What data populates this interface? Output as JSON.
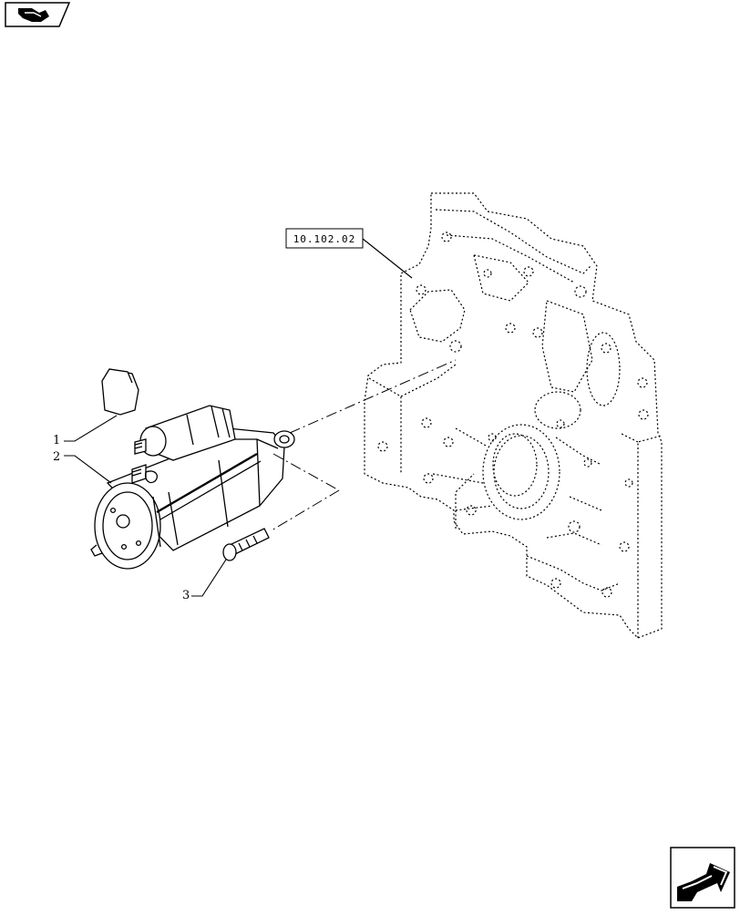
{
  "diagram": {
    "reference_box": {
      "label": "10.102.02"
    },
    "callouts": [
      {
        "id": "1",
        "label": "1"
      },
      {
        "id": "2",
        "label": "2"
      },
      {
        "id": "3",
        "label": "3"
      }
    ]
  },
  "navigation": {
    "previous": {
      "icon": "previous-page-icon"
    },
    "next": {
      "icon": "next-page-icon"
    }
  }
}
